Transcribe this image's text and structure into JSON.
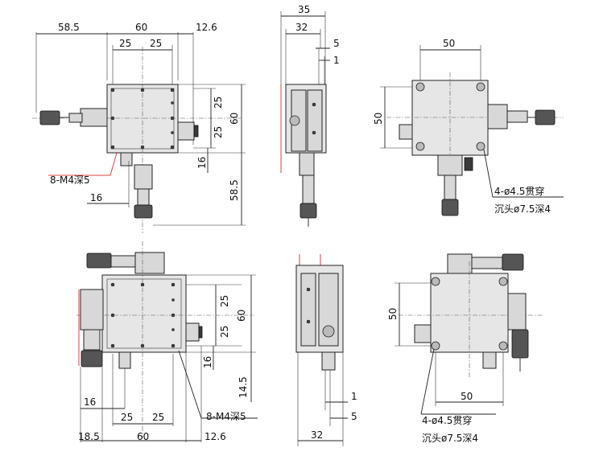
{
  "dims": {
    "d58_5": "58.5",
    "d60": "60",
    "d12_6": "12.6",
    "d25": "25",
    "d16": "16",
    "d35": "35",
    "d32": "32",
    "d5": "5",
    "d1": "1",
    "d50": "50",
    "d14_5": "14.5",
    "d18_5": "18.5"
  },
  "notes": {
    "m4": "8-M4深5",
    "hole": "4-ø4.5贯穿",
    "counterbore": "沉头ø7.5深4"
  },
  "colors": {
    "line": "#222222",
    "body": "#d8d8d8",
    "accent_red": "#d94040"
  }
}
